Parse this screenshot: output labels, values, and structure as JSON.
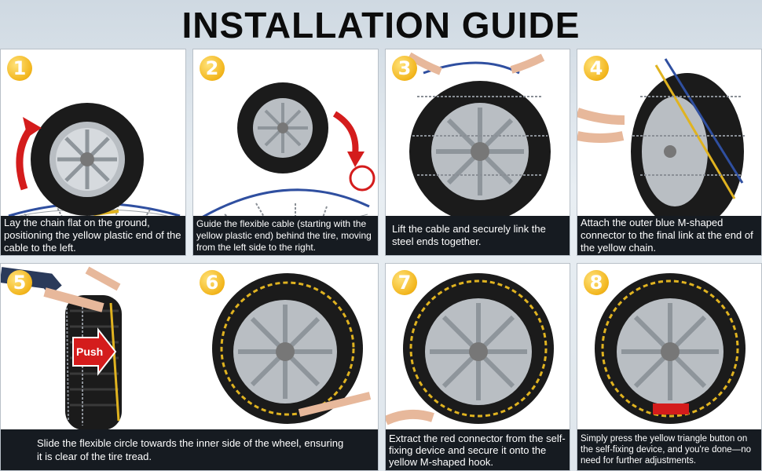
{
  "title": "INSTALLATION GUIDE",
  "steps": [
    {
      "number": "1",
      "text": "Lay the chain flat on the ground, positioning the yellow plastic end of the cable to the left."
    },
    {
      "number": "2",
      "text": "Guide the flexible cable (starting with the yellow plastic end) behind the tire, moving from the left side to the right."
    },
    {
      "number": "3",
      "text": "Lift the cable and securely link the steel ends together."
    },
    {
      "number": "4",
      "text": "Attach the outer blue M-shaped connector to the final link at the end of the yellow chain."
    },
    {
      "number": "5",
      "text": "Slide the flexible circle towards the inner side of the wheel, ensuring it is clear of the tire tread.",
      "push_label": "Push"
    },
    {
      "number": "6",
      "text": ""
    },
    {
      "number": "7",
      "text": "Extract the red connector from the self-fixing device and secure it onto the yellow M-shaped hook."
    },
    {
      "number": "8",
      "text": "Simply press the yellow triangle button on the self-fixing device, and you're done—no need for further adjustments."
    }
  ]
}
